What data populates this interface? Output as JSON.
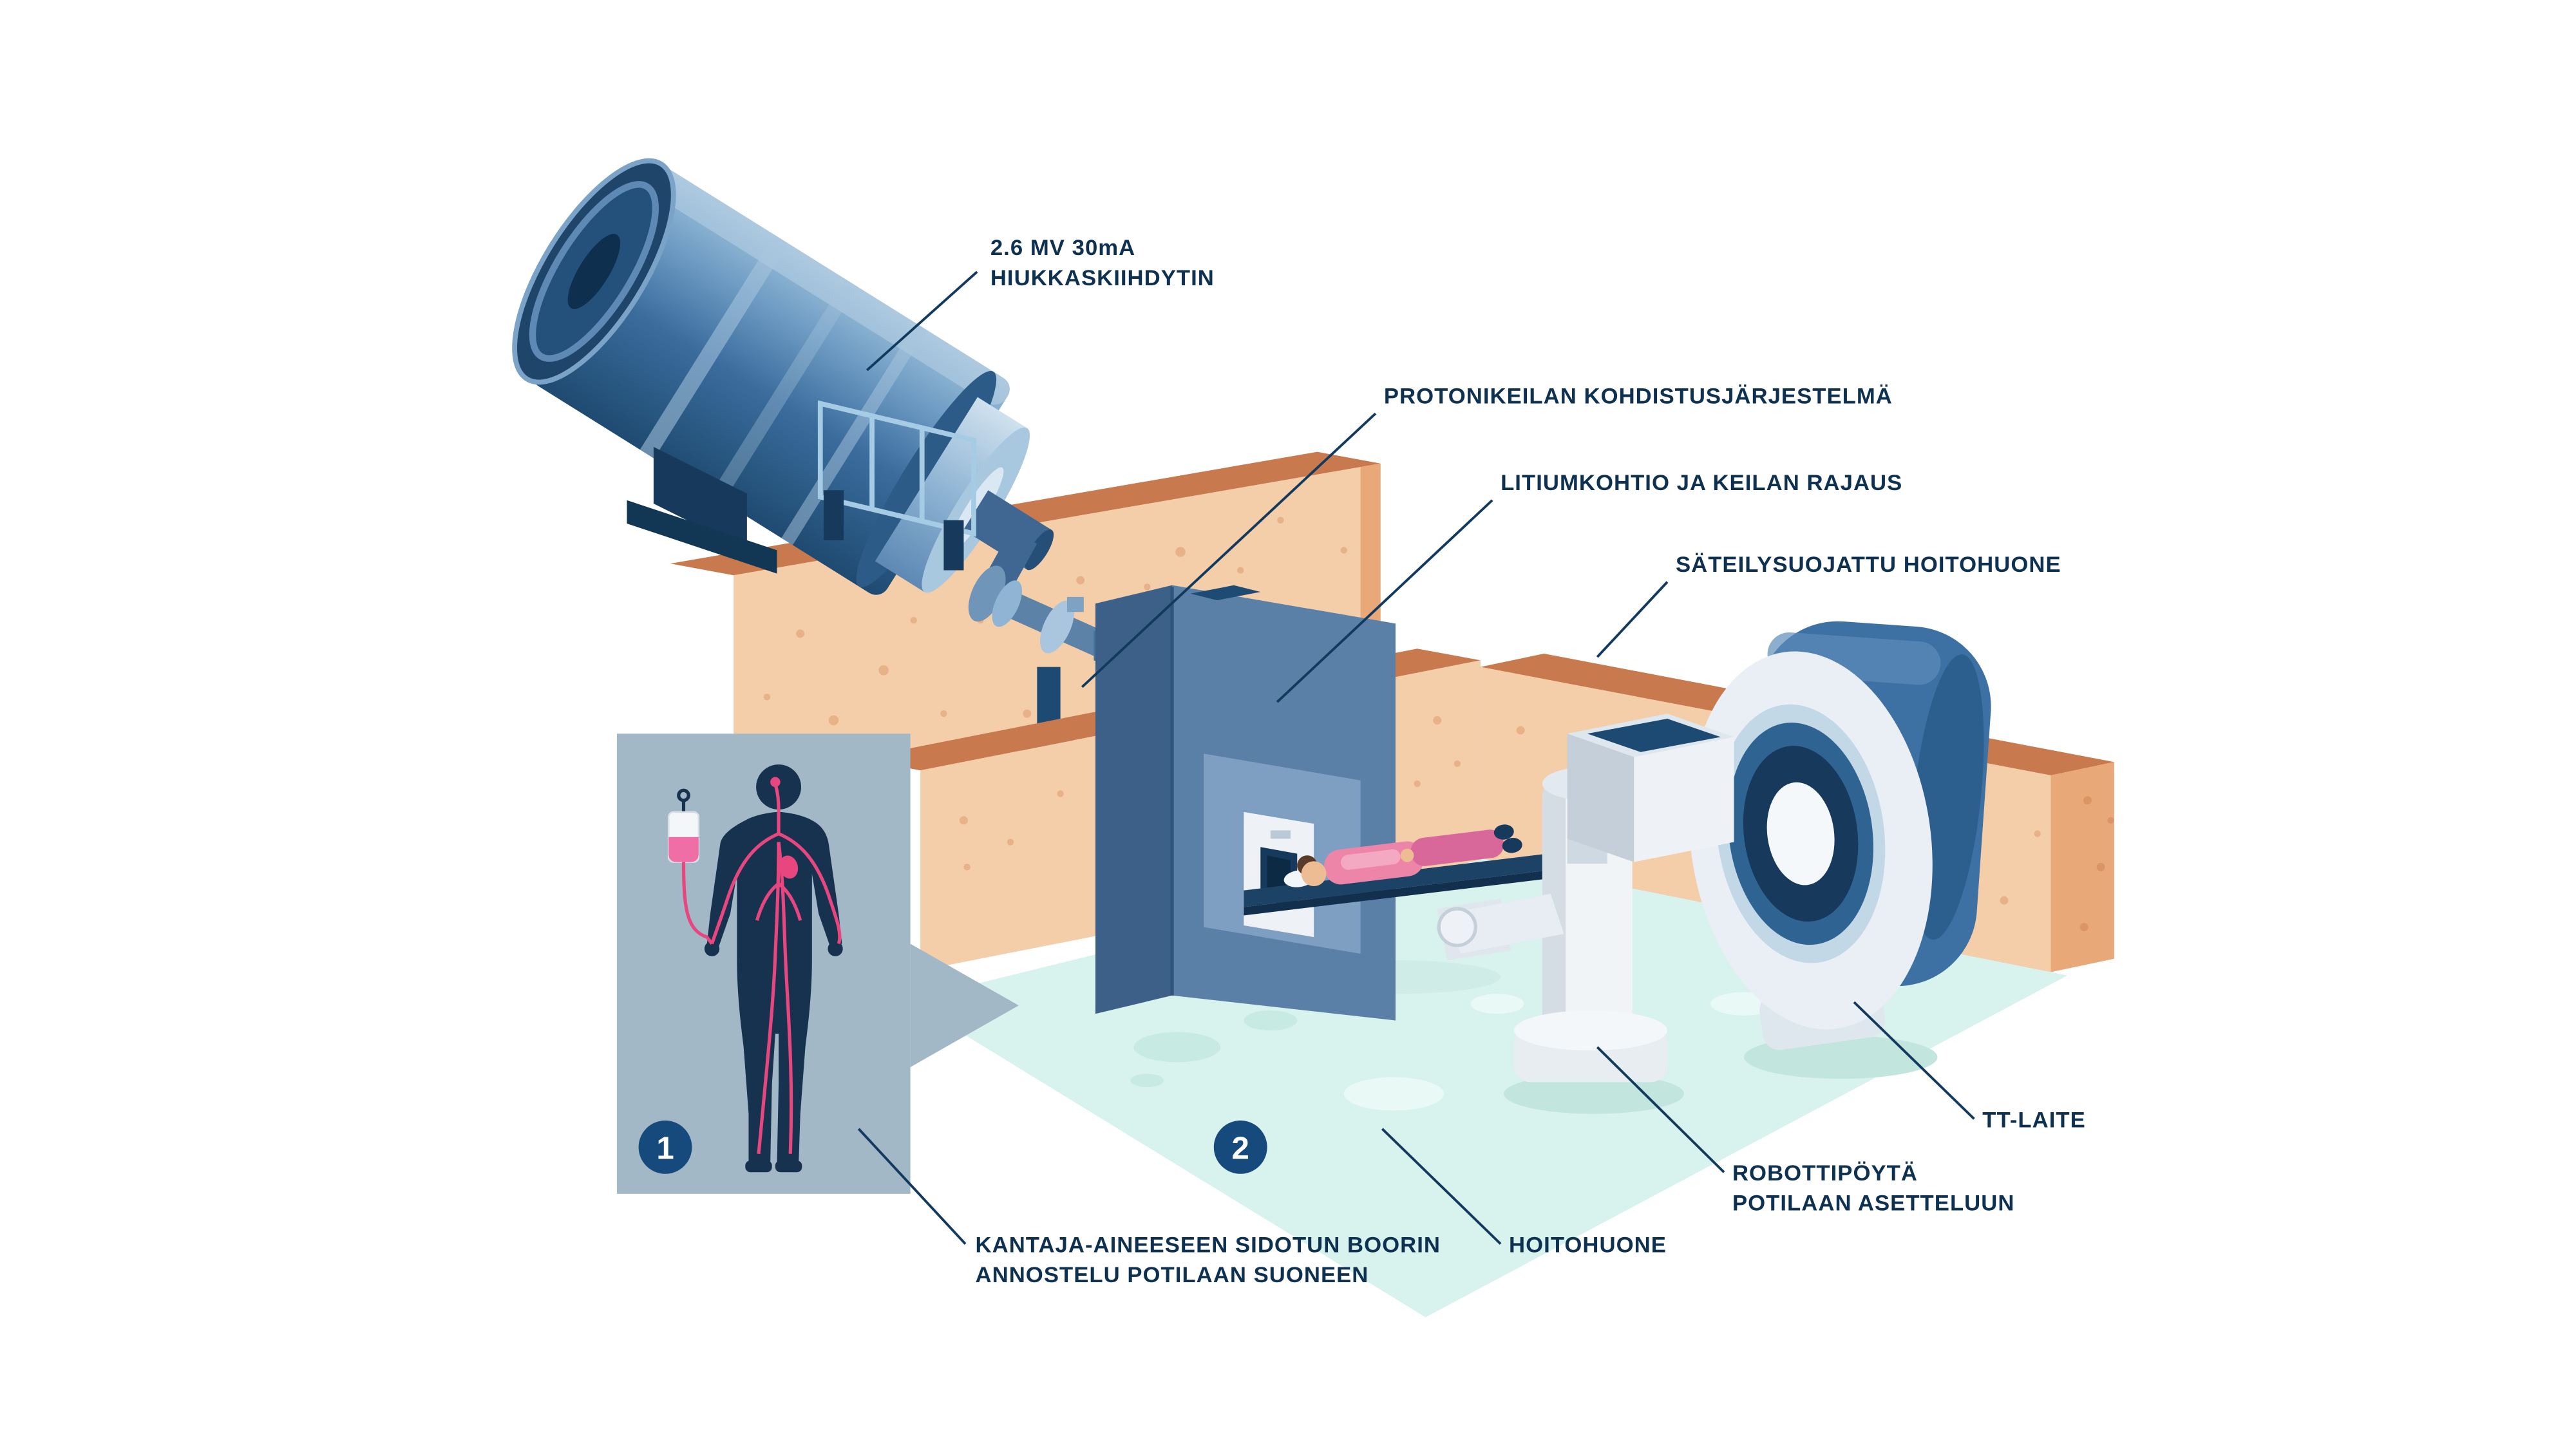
{
  "palette": {
    "label_text": "#0e3152",
    "badge_fill": "#174a7c",
    "badge_text": "#ffffff",
    "wall_face": "#f4cda9",
    "wall_top": "#c9794e",
    "wall_cut": "#e9a878",
    "floor": "#d8f2ee",
    "accent_blue": "#3e71a3",
    "deep_navy": "#16395c",
    "box_front": "#5b80a8",
    "inset_panel": "#a3b8c7",
    "vein_pink": "#e8467f",
    "patient_pink": "#ec85a8",
    "device_white": "#eef2f6"
  },
  "labels": {
    "accelerator": {
      "line1": "2.6 MV 30mA",
      "line2": "HIUKKASKIIHDYTIN"
    },
    "beam_alignment": "PROTONIKEILAN KOHDISTUSJÄRJESTELMÄ",
    "lithium_target": "LITIUMKOHTIO JA KEILAN RAJAUS",
    "shielded_room": "SÄTEILYSUOJATTU HOITOHUONE",
    "ct_device": "TT-LAITE",
    "robot_table": {
      "line1": "ROBOTTIPÖYTÄ",
      "line2": "POTILAAN ASETTELUUN"
    },
    "treatment_room": "HOITOHUONE",
    "boron_dosing": {
      "line1": "KANTAJA-AINEESEEN SIDOTUN BOORIN",
      "line2": "ANNOSTELU POTILAAN SUONEEN"
    }
  },
  "badges": {
    "step1": "1",
    "step2": "2"
  }
}
